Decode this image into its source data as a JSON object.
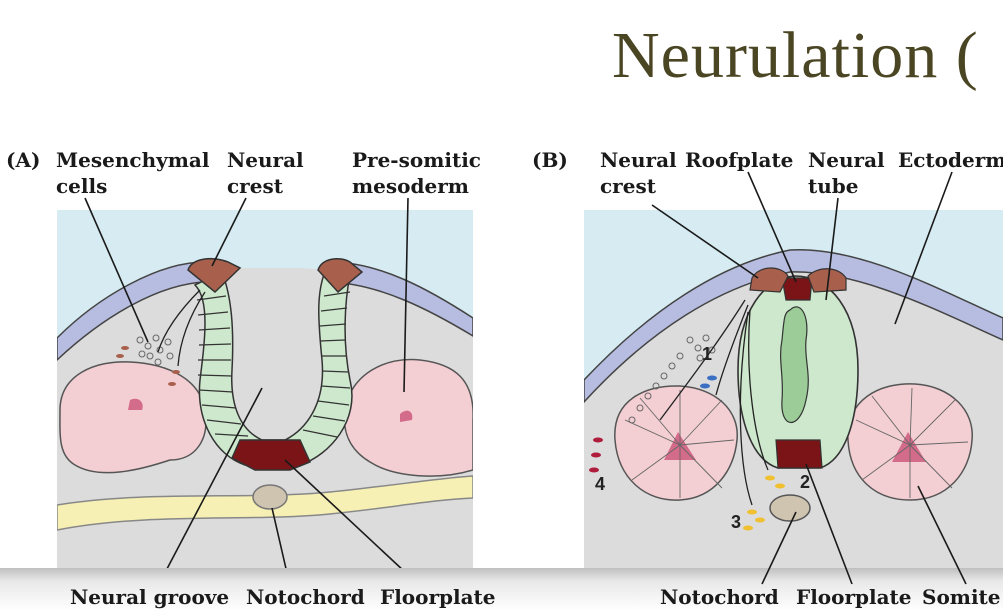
{
  "slide": {
    "title": "Neurulation ("
  },
  "panel_a": {
    "tag": "(A)",
    "labels": {
      "mesenchymal_1": "Mesenchymal",
      "mesenchymal_2": "cells",
      "neural_crest_1": "Neural",
      "neural_crest_2": "crest",
      "presomitic_1": "Pre-somitic",
      "presomitic_2": "mesoderm",
      "neural_groove": "Neural groove",
      "notochord": "Notochord",
      "floorplate": "Floorplate"
    }
  },
  "panel_b": {
    "tag": "(B)",
    "labels": {
      "neural_crest_1": "Neural",
      "neural_crest_2": "crest",
      "roofplate": "Roofplate",
      "neural_tube_1": "Neural",
      "neural_tube_2": "tube",
      "ectoderm": "Ectoderm",
      "notochord": "Notochord",
      "floorplate": "Floorplate",
      "somite": "Somite"
    },
    "numbers": [
      "1",
      "2",
      "3",
      "4"
    ]
  },
  "colors": {
    "title": "#4a4523",
    "sky": "#d6ecf2",
    "tissue": "#dcdcdc",
    "ectoderm": "#b7bde0",
    "neural_plate": "#cde8cc",
    "neural_crest": "#a8604c",
    "floorplate": "#7a1416",
    "somite": "#f3cfd3",
    "notochord": "#cfc4b0",
    "yellow_band": "#f6f0b4"
  }
}
